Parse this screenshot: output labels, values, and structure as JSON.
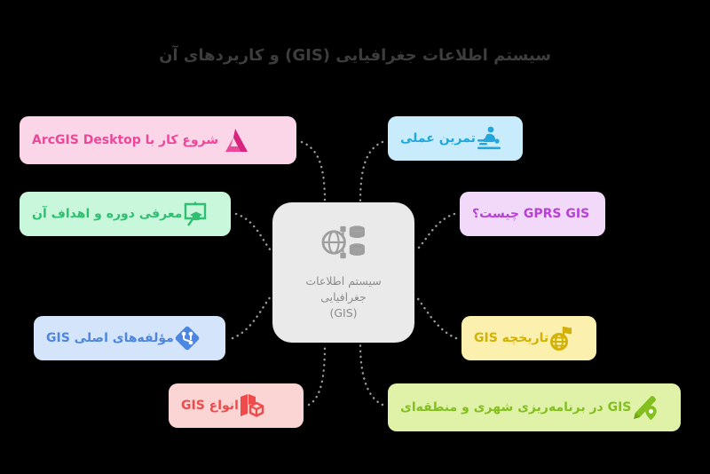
{
  "title": "سیستم اطلاعات جغرافیایی (GIS) و کاربردهای آن",
  "center": {
    "icon": "globe-database-icon",
    "line1": "سیستم اطلاعات",
    "line2": "جغرافیایی",
    "line3": "(GIS)",
    "bg_color": "#eaeaea",
    "text_color": "#8c8c8c"
  },
  "connector": {
    "style": "dotted-curve",
    "color": "#9a9a9a"
  },
  "nodes": [
    {
      "id": "arcgis",
      "label": "شروع کار با ArcGIS Desktop",
      "icon": "autodesk-a-icon",
      "bg_color": "#fbd5e8",
      "text_color": "#ec4899",
      "side": "left"
    },
    {
      "id": "intro",
      "label": "معرفی دوره و اهداف آن",
      "icon": "presentation-graduation-icon",
      "bg_color": "#c9f7dc",
      "text_color": "#2fbf71",
      "side": "left"
    },
    {
      "id": "components",
      "label": "مؤلفه‌های اصلی GIS",
      "icon": "diamond-branch-icon",
      "bg_color": "#d4e4fb",
      "text_color": "#4d86e0",
      "side": "left"
    },
    {
      "id": "types",
      "label": "انواع GIS",
      "icon": "map-cube-icon",
      "bg_color": "#fbd4d4",
      "text_color": "#ef4b4b",
      "side": "left"
    },
    {
      "id": "practice",
      "label": "تمرین عملی",
      "icon": "person-practice-icon",
      "bg_color": "#c8ecfb",
      "text_color": "#22a7dd",
      "side": "right"
    },
    {
      "id": "gprs",
      "label": "GPRS GIS چیست؟",
      "icon": "none",
      "bg_color": "#f2d9fa",
      "text_color": "#b83fd8",
      "side": "right"
    },
    {
      "id": "history",
      "label": "تاریخچه GIS",
      "icon": "globe-flag-icon",
      "bg_color": "#fbf0ae",
      "text_color": "#d4b106",
      "side": "right"
    },
    {
      "id": "urban",
      "label": "GIS در برنامه‌ریزی شهری و منطقه‌ای",
      "icon": "pen-location-pin-icon",
      "bg_color": "#dff2a8",
      "text_color": "#84bf20",
      "side": "right"
    }
  ]
}
